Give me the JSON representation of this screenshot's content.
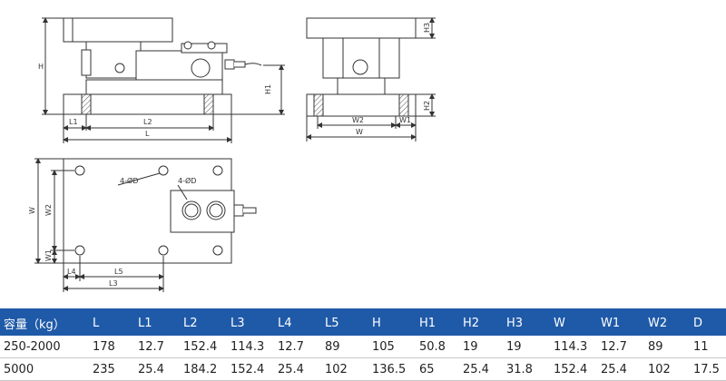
{
  "drawings": {
    "front_view": {
      "H": "H",
      "H1": "H1",
      "L": "L",
      "L1": "L1",
      "L2": "L2"
    },
    "side_view": {
      "H2": "H2",
      "H3": "H3",
      "W": "W",
      "W1": "W1",
      "W2": "W2"
    },
    "plan_view": {
      "hole_label_base": "4-ØD",
      "hole_label_module": "4-ØD",
      "W": "W",
      "W1": "W1",
      "W2": "W2",
      "L3": "L3",
      "L4": "L4",
      "L5": "L5"
    }
  },
  "table": {
    "columns": [
      "容量（kg）",
      "L",
      "L1",
      "L2",
      "L3",
      "L4",
      "L5",
      "H",
      "H1",
      "H2",
      "H3",
      "W",
      "W1",
      "W2",
      "D"
    ],
    "rows": [
      [
        "250-2000",
        "178",
        "12.7",
        "152.4",
        "114.3",
        "12.7",
        "89",
        "105",
        "50.8",
        "19",
        "19",
        "114.3",
        "12.7",
        "89",
        "11"
      ],
      [
        "5000",
        "235",
        "25.4",
        "184.2",
        "152.4",
        "25.4",
        "102",
        "136.5",
        "65",
        "25.4",
        "31.8",
        "152.4",
        "25.4",
        "102",
        "17.5"
      ]
    ]
  },
  "colors": {
    "header_bg": "#1f5aa8",
    "header_text": "#ffffff",
    "hatch": "#555555",
    "line": "#333333"
  }
}
